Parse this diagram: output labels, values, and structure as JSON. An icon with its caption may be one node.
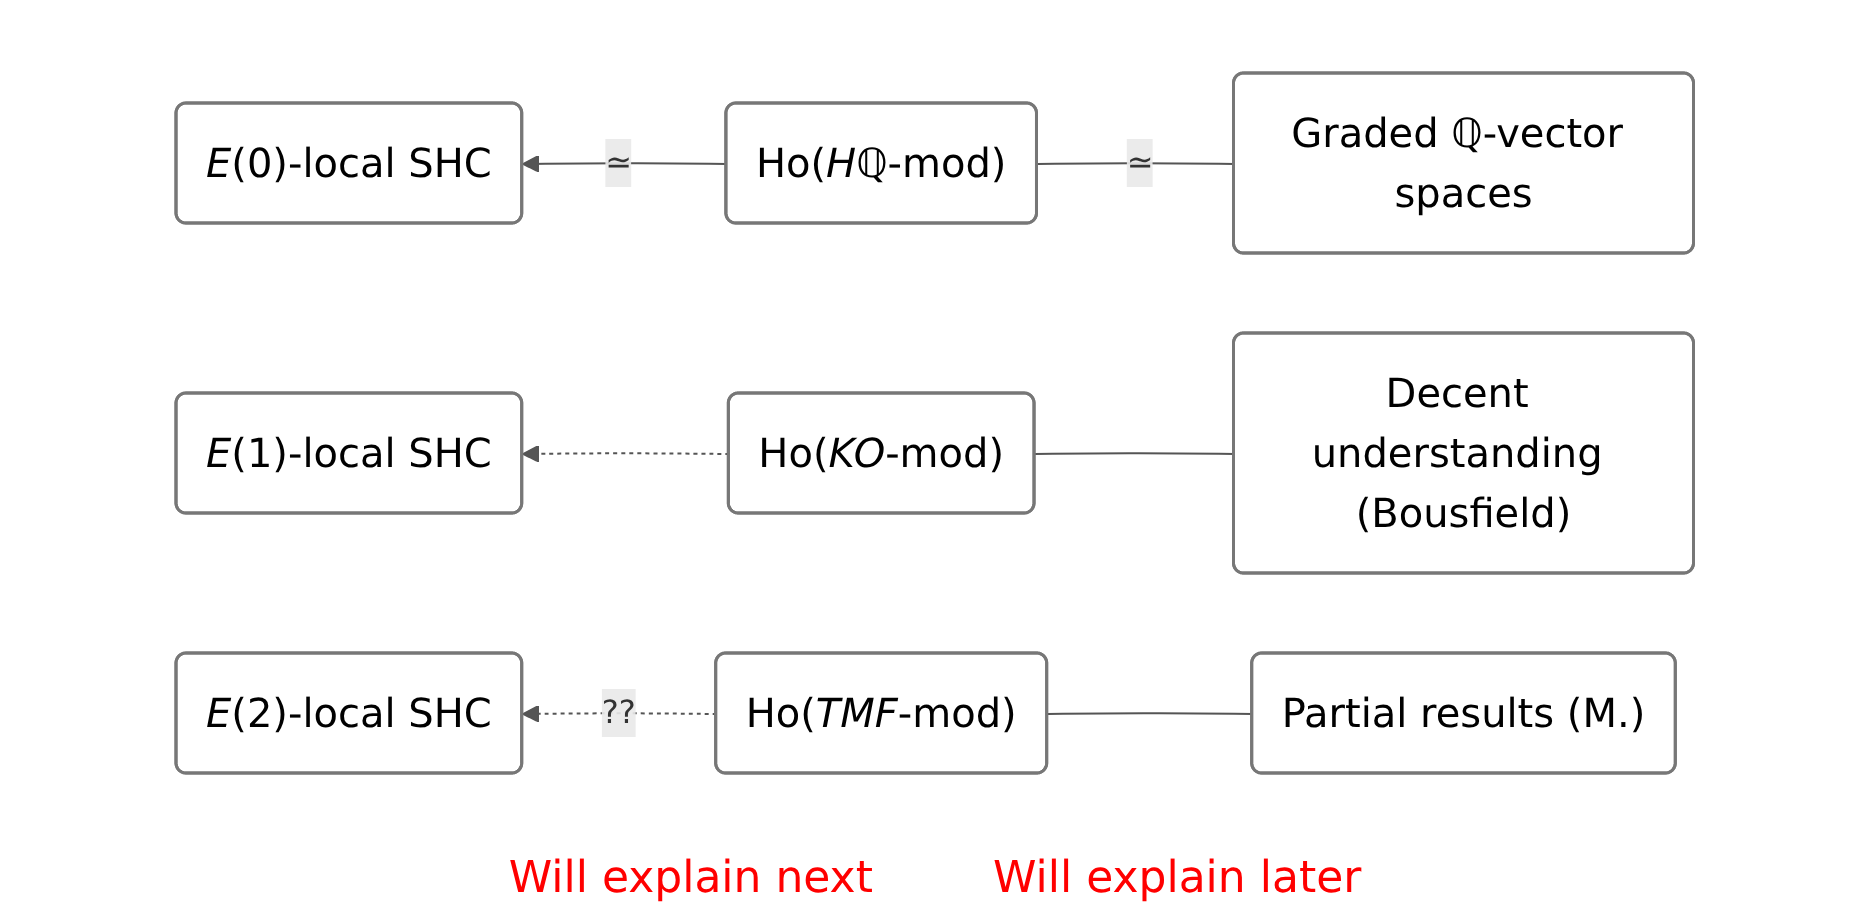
{
  "diagram": {
    "nodes": [
      {
        "text": [
          "*E*(0)-local SHC"
        ]
      },
      {
        "text": [
          "Ho(*Hℚ*-mod)"
        ]
      },
      {
        "text": [
          "Graded ℚ-vector spaces"
        ]
      },
      {
        "text": [
          "*E*(1)-local SHC"
        ]
      },
      {
        "text": [
          "Ho(*KO*-mod)"
        ]
      },
      {
        "text": [
          "Decent understanding (Bousfield)"
        ]
      },
      {
        "text": [
          "*E*(2)-local SHC"
        ]
      },
      {
        "text": [
          "Ho(*TMF*-mod)"
        ]
      },
      {
        "text": [
          "Partial results (M.)"
        ]
      }
    ],
    "edges": [
      {
        "from": 1,
        "to": 0,
        "arrow": "to",
        "label": "≃"
      },
      {
        "from": 2,
        "to": 1,
        "arrow": "none",
        "label": "≃"
      },
      {
        "from": 4,
        "to": 3,
        "arrow": "to",
        "style": "dashed"
      },
      {
        "from": 5,
        "to": 4,
        "arrow": "none"
      },
      {
        "from": 7,
        "to": 6,
        "arrow": "to",
        "style": "dashed",
        "label": "??"
      },
      {
        "from": 8,
        "to": 7,
        "arrow": "none"
      }
    ],
    "labels": [
      "Will explain next",
      "Will explain later"
    ]
  }
}
